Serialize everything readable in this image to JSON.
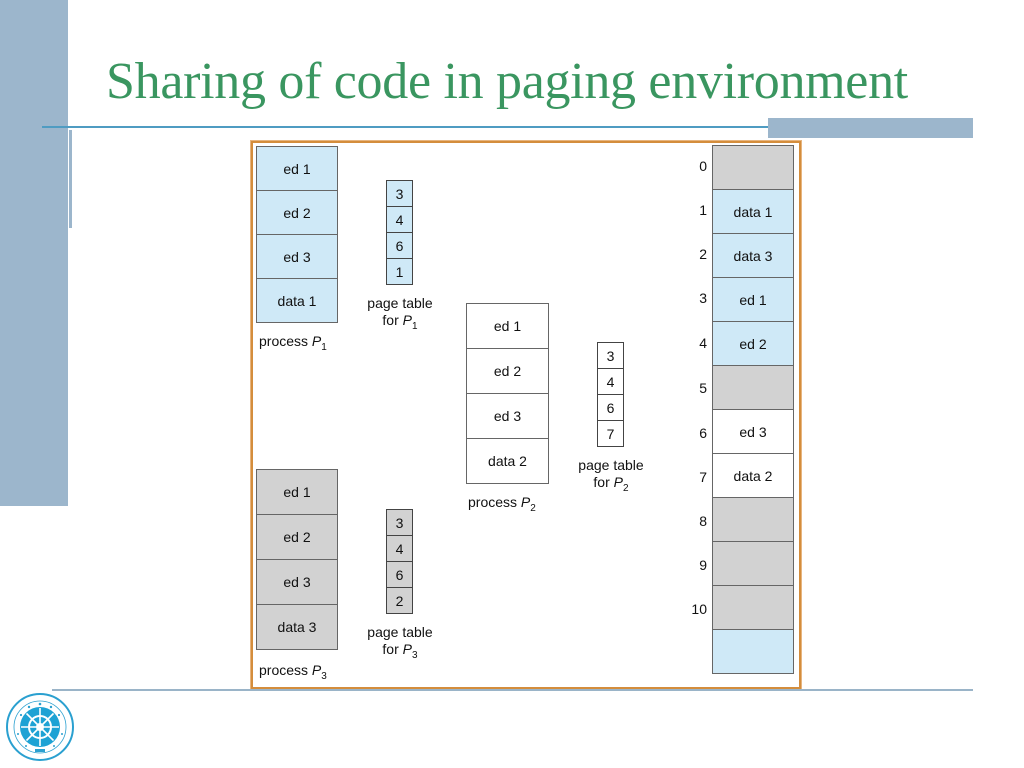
{
  "title": "Sharing of code in paging environment",
  "process_p1": {
    "pages": [
      "ed 1",
      "ed 2",
      "ed 3",
      "data 1"
    ],
    "label_prefix": "process ",
    "label_var": "P",
    "label_sub": "1"
  },
  "page_table_p1": {
    "entries": [
      "3",
      "4",
      "6",
      "1"
    ],
    "caption_line1": "page table",
    "caption_prefix": "for ",
    "caption_var": "P",
    "caption_sub": "1"
  },
  "process_p2": {
    "pages": [
      "ed 1",
      "ed 2",
      "ed 3",
      "data 2"
    ],
    "label_prefix": "process ",
    "label_var": "P",
    "label_sub": "2"
  },
  "page_table_p2": {
    "entries": [
      "3",
      "4",
      "6",
      "7"
    ],
    "caption_line1": "page table",
    "caption_prefix": "for ",
    "caption_var": "P",
    "caption_sub": "2"
  },
  "process_p3": {
    "pages": [
      "ed 1",
      "ed 2",
      "ed 3",
      "data 3"
    ],
    "label_prefix": "process ",
    "label_var": "P",
    "label_sub": "3"
  },
  "page_table_p3": {
    "entries": [
      "3",
      "4",
      "6",
      "2"
    ],
    "caption_line1": "page table",
    "caption_prefix": "for ",
    "caption_var": "P",
    "caption_sub": "3"
  },
  "physical_memory": {
    "frame_numbers": [
      "0",
      "1",
      "2",
      "3",
      "4",
      "5",
      "6",
      "7",
      "8",
      "9",
      "10"
    ],
    "frames": [
      "",
      "data 1",
      "data 3",
      "ed 1",
      "ed 2",
      "",
      "ed 3",
      "data 2",
      "",
      "",
      "",
      ""
    ]
  },
  "colors": {
    "title": "#3a9660",
    "p1_fill": "#cfe9f7",
    "p3_fill": "#d2d2d2",
    "accent_bar": "#9cb6cc",
    "frame_border": "#d48d3c"
  }
}
